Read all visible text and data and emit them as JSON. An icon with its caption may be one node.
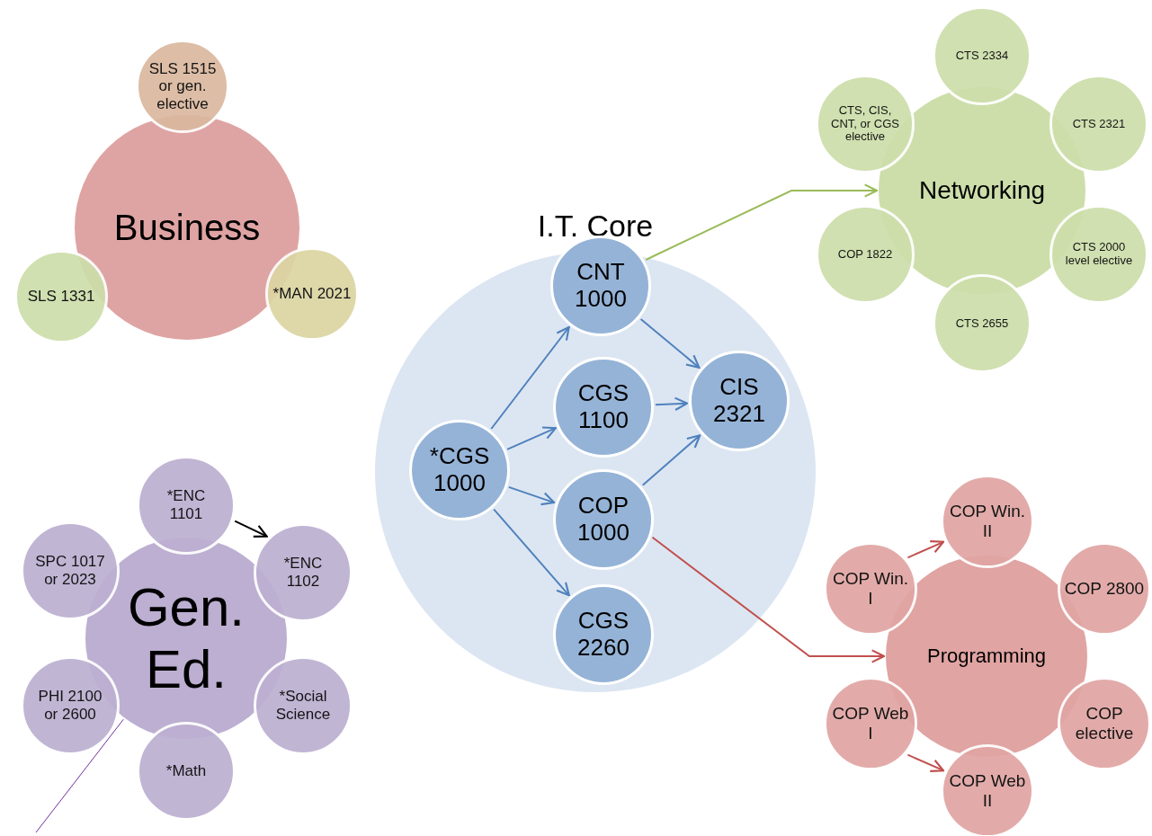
{
  "diagram": {
    "nodes": [
      {
        "text": [
          "Business"
        ]
      },
      {
        "text": [
          "SLS 1515 or gen. elective"
        ]
      },
      {
        "text": [
          "SLS 1331"
        ]
      },
      {
        "text": [
          "*MAN 2021"
        ]
      },
      {
        "text": [
          "I.T. Core"
        ]
      },
      {
        "text": [
          "CNT 1000"
        ],
        "in": 4
      },
      {
        "text": [
          "CGS 1100"
        ],
        "in": 4
      },
      {
        "text": [
          "*CGS 1000"
        ],
        "in": 4
      },
      {
        "text": [
          "CIS 2321"
        ],
        "in": 4
      },
      {
        "text": [
          "COP 1000"
        ],
        "in": 4
      },
      {
        "text": [
          "CGS 2260"
        ],
        "in": 4
      },
      {
        "text": [
          "Networking"
        ]
      },
      {
        "text": [
          "CTS 2334"
        ]
      },
      {
        "text": [
          "CTS, CIS, CNT, or CGS elective"
        ]
      },
      {
        "text": [
          "CTS 2321"
        ]
      },
      {
        "text": [
          "COP 1822"
        ]
      },
      {
        "text": [
          "CTS 2000 level elective"
        ]
      },
      {
        "text": [
          "CTS 2655"
        ]
      },
      {
        "text": [
          "Gen. Ed."
        ]
      },
      {
        "text": [
          "*ENC 1101"
        ]
      },
      {
        "text": [
          "SPC 1017 or 2023"
        ]
      },
      {
        "text": [
          "*ENC 1102"
        ]
      },
      {
        "text": [
          "PHI 2100 or 2600"
        ]
      },
      {
        "text": [
          "*Social Science"
        ]
      },
      {
        "text": [
          "*Math"
        ]
      },
      {
        "text": [
          "Programming"
        ]
      },
      {
        "text": [
          "COP Win. II"
        ]
      },
      {
        "text": [
          "COP Win. I"
        ]
      },
      {
        "text": [
          "COP 2800"
        ]
      },
      {
        "text": [
          "COP Web I"
        ]
      },
      {
        "text": [
          "COP elective"
        ]
      },
      {
        "text": [
          "COP Web II"
        ]
      }
    ],
    "edges": [
      {
        "from": 7,
        "to": 5,
        "arrow": "to"
      },
      {
        "from": 7,
        "to": 6,
        "arrow": "to"
      },
      {
        "from": 7,
        "to": 9,
        "arrow": "to"
      },
      {
        "from": 7,
        "to": 10,
        "arrow": "to"
      },
      {
        "from": 5,
        "to": 8,
        "arrow": "to"
      },
      {
        "from": 6,
        "to": 8,
        "arrow": "to"
      },
      {
        "from": 9,
        "to": 8,
        "arrow": "to"
      },
      {
        "from": 5,
        "to": 11,
        "arrow": "to",
        "color": "#9bbb59"
      },
      {
        "from": 9,
        "to": 25,
        "arrow": "to",
        "color": "#c0504d"
      },
      {
        "from": 19,
        "to": 21,
        "arrow": "to",
        "color": "#000000"
      },
      {
        "from": 27,
        "to": 26,
        "arrow": "to",
        "color": "#c0504d"
      },
      {
        "from": 29,
        "to": 31,
        "arrow": "to",
        "color": "#c0504d"
      },
      {
        "from": 18,
        "to": null,
        "arrow": "none",
        "color": "#7030a0"
      }
    ]
  }
}
